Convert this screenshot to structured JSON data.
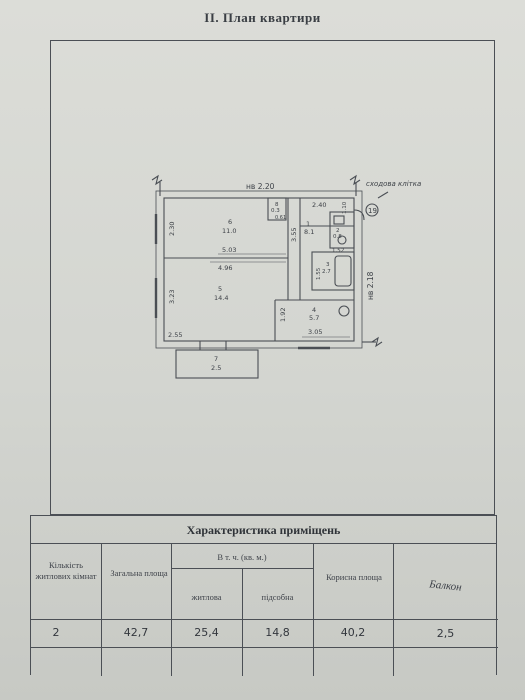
{
  "document": {
    "section_title": "II. План квартири"
  },
  "plan": {
    "labels": {
      "top_wall": "нв 2.20",
      "right_wall": "нв 2.18",
      "stairwell": "сходова клітка",
      "apartment_no": "19",
      "room6_no": "6",
      "room6_area": "11.0",
      "room6_h": "2.30",
      "room6_w": "5.03",
      "room5_no": "5",
      "room5_area": "14.4",
      "room5_w": "4.96",
      "room5_h": "3.23",
      "room5_sub": "2.55",
      "room1_no": "1",
      "room1_area": "8.1",
      "room1_w": "2.40",
      "room1_side": "3.55",
      "room2_no": "2",
      "room2_area": "0.8",
      "room3_no": "3",
      "room3_area": "2.7",
      "room3_w": "1.52",
      "room3_h": "1.55",
      "room4_no": "4",
      "room4_area": "5.7",
      "room4_w": "3.05",
      "room4_h": "1.92",
      "closet_no": "8",
      "closet_area": "0.3",
      "closet_dim": "0.61",
      "balcony_no": "7",
      "balcony_area": "2.5",
      "dim_misc": "1.10"
    }
  },
  "table": {
    "title": "Характеристика приміщень",
    "headers": {
      "rooms_count": "Кількість житлових кімнат",
      "total_area": "Загальна площа",
      "including": "В т. ч. (кв. м.)",
      "living": "житлова",
      "auxiliary": "підсобна",
      "useful_area": "Корисна площа",
      "balcony": "Балкон"
    },
    "values": {
      "rooms_count": "2",
      "total_area": "42,7",
      "living": "25,4",
      "auxiliary": "14,8",
      "useful_area": "40,2",
      "balcony": "2,5"
    }
  },
  "colors": {
    "paper": "#d6d8d3",
    "ink": "#4b4f55",
    "pen": "#33373d"
  }
}
